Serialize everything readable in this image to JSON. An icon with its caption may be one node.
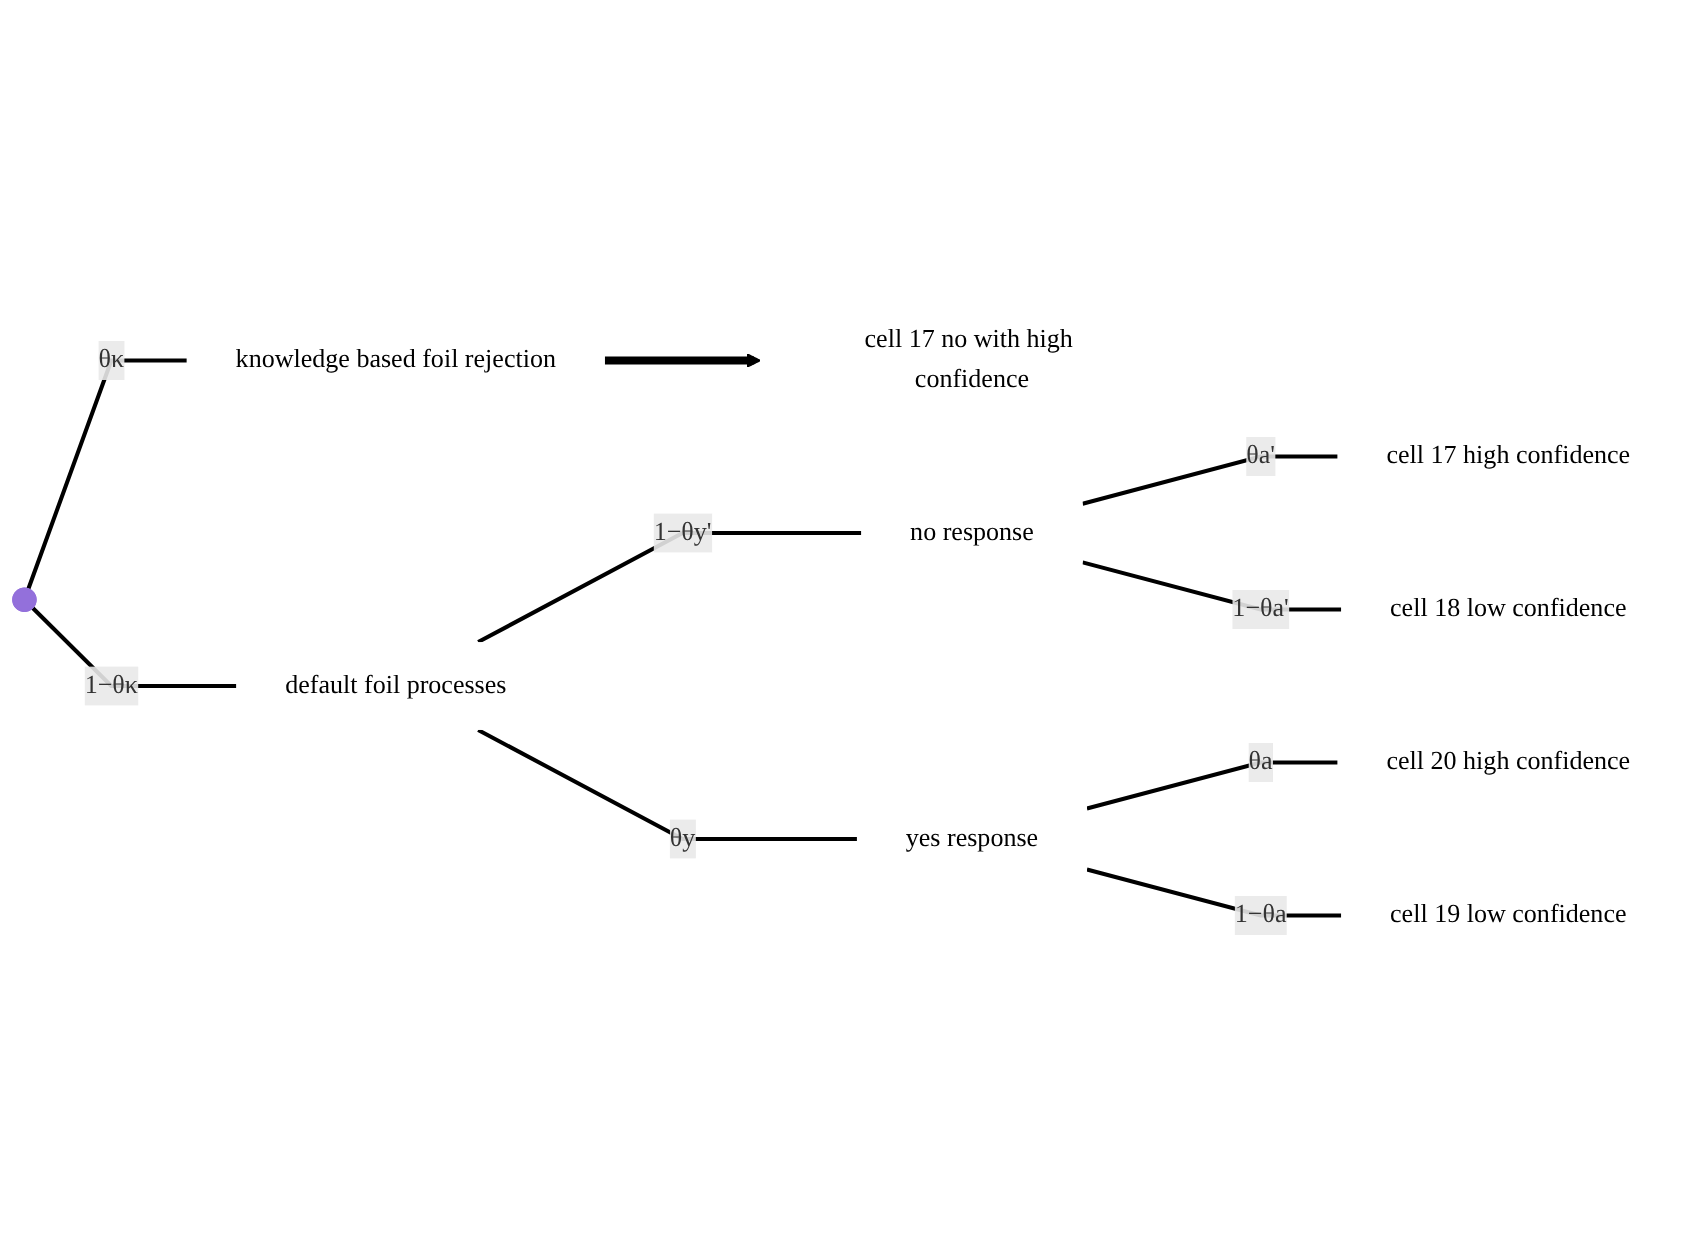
{
  "diagram": {
    "nodes": [
      {
        "text": [
          "knowledge based foil rejection"
        ]
      },
      {
        "text": [
          "cell 17 no with high confidence"
        ]
      },
      {
        "text": [
          "default foil processes"
        ]
      },
      {
        "text": [
          "no response"
        ]
      },
      {
        "text": [
          "yes response"
        ]
      },
      {
        "text": [
          "cell 17 high confidence"
        ]
      },
      {
        "text": [
          "cell 18 low confidence"
        ]
      },
      {
        "text": [
          "cell 20 high confidence"
        ]
      },
      {
        "text": [
          "cell 19 low confidence"
        ]
      }
    ],
    "edges": [
      {
        "from": null,
        "to": 0,
        "arrow": "none",
        "label": "θκ"
      },
      {
        "from": null,
        "to": 2,
        "arrow": "none",
        "label": "1−θκ"
      },
      {
        "from": 0,
        "to": 1,
        "arrow": "to",
        "style": "thick"
      },
      {
        "from": 2,
        "to": 3,
        "arrow": "none",
        "label": "1−θy'"
      },
      {
        "from": 2,
        "to": 4,
        "arrow": "none",
        "label": "θy"
      },
      {
        "from": 3,
        "to": 5,
        "arrow": "none",
        "label": "θa'"
      },
      {
        "from": 3,
        "to": 6,
        "arrow": "none",
        "label": "1−θa'"
      },
      {
        "from": 4,
        "to": 7,
        "arrow": "none",
        "label": "θa"
      },
      {
        "from": 4,
        "to": 8,
        "arrow": "none",
        "label": "1−θa"
      }
    ]
  }
}
